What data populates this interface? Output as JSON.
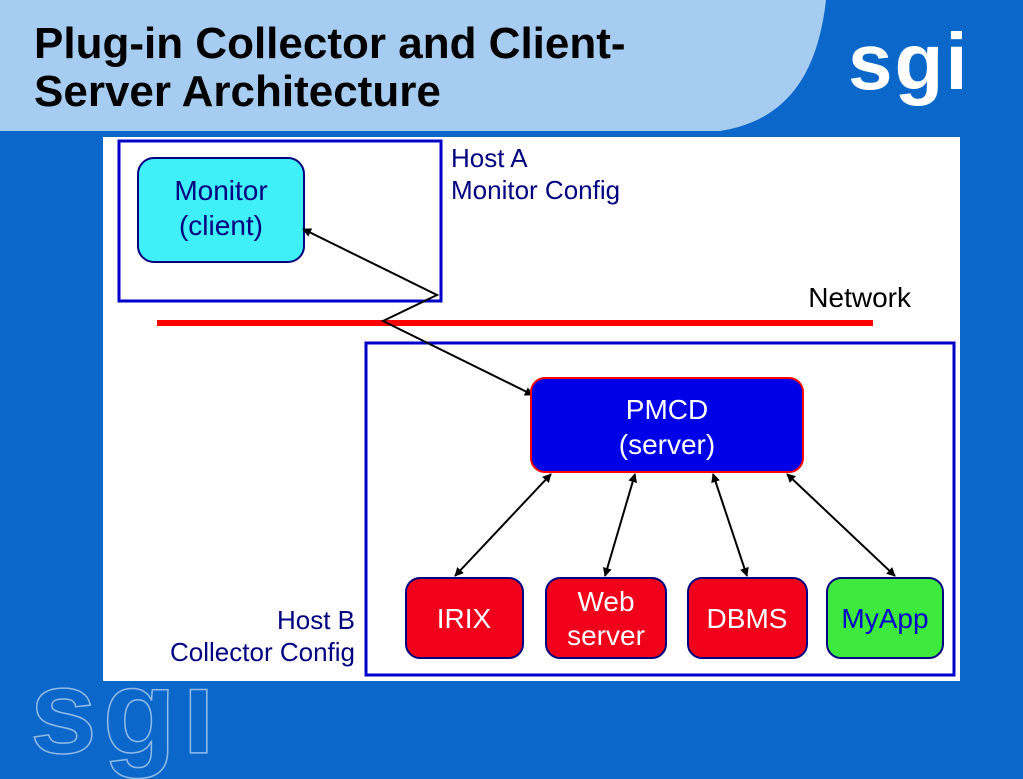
{
  "title": {
    "line1": "Plug-in Collector and Client-",
    "line2": "Server Architecture"
  },
  "logo": {
    "text": "sgi",
    "watermark": "sgi"
  },
  "colors": {
    "background": "#0b67c9",
    "header_band": "#a7ccf2",
    "monitor_fill": "#3ff0f8",
    "pmcd_fill": "#0000e8",
    "agent_fill": "#f0001a",
    "myapp_fill": "#3ee93e",
    "network_line": "#ff0000",
    "box_border": "#0000c8"
  },
  "diagram": {
    "host_a": {
      "line1": "Host A",
      "line2": "Monitor Config"
    },
    "network_label": "Network",
    "host_b": {
      "line1": "Host B",
      "line2": "Collector Config"
    },
    "monitor": {
      "line1": "Monitor",
      "line2": "(client)"
    },
    "pmcd": {
      "line1": "PMCD",
      "line2": "(server)"
    },
    "agents": [
      {
        "line1": "IRIX",
        "line2": ""
      },
      {
        "line1": "Web",
        "line2": "server"
      },
      {
        "line1": "DBMS",
        "line2": ""
      },
      {
        "line1": "MyApp",
        "line2": ""
      }
    ]
  }
}
